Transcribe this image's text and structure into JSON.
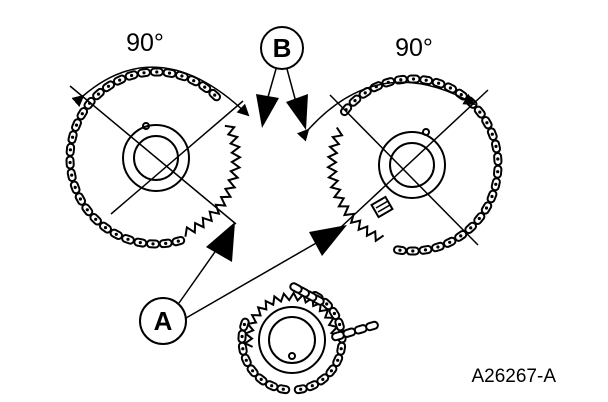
{
  "angle_left": "90°",
  "angle_right": "90°",
  "callout_a": "A",
  "callout_b": "B",
  "figure_code": "A26267-A",
  "colors": {
    "ink": "#000000",
    "paper": "#ffffff"
  }
}
